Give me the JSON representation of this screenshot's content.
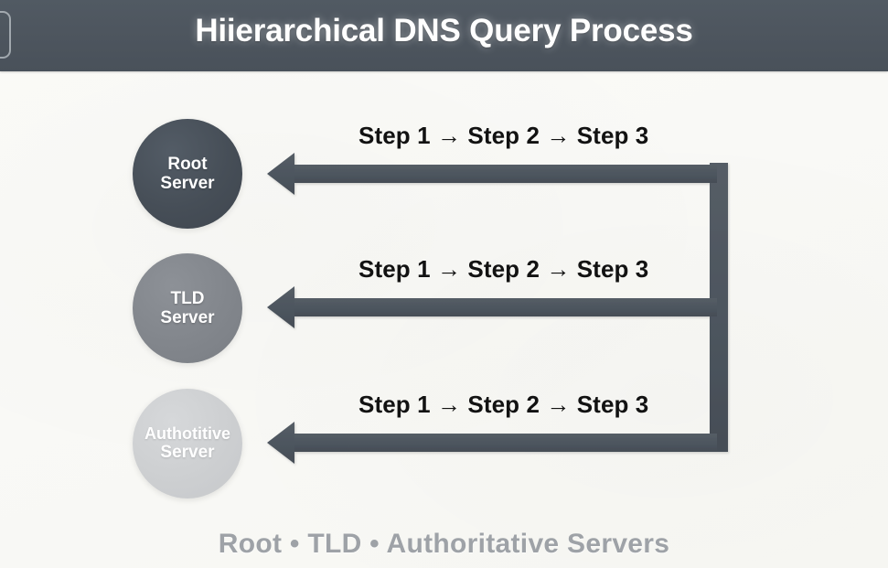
{
  "header": {
    "title": "Hiierarchical DNS Query Process",
    "bar_color": "#4e565f",
    "title_color": "#ffffff"
  },
  "nodes": [
    {
      "id": "root",
      "line1": "Root",
      "line2": "Server",
      "color": "#464e57"
    },
    {
      "id": "tld",
      "line1": "TLD",
      "line2": "Server",
      "color": "#82868c"
    },
    {
      "id": "authoritative",
      "line1": "Authotitive",
      "line2": "Server",
      "color": "#cdcfd1"
    }
  ],
  "steps": [
    {
      "id": "step-row-1",
      "text": "Step 1 → Step 2 → Step 3"
    },
    {
      "id": "step-row-2",
      "text": "Step 1 → Step 2 → Step 3"
    },
    {
      "id": "step-row-3",
      "text": "Step 1 → Step 2 → Step 3"
    }
  ],
  "flow": {
    "arrow_color": "#4d555e",
    "direction": "right-to-left",
    "arrow_count": 3,
    "spine_position": "right"
  },
  "footer": {
    "caption": "Root • TLD • Authoritative Servers",
    "color": "#9ea2a7"
  },
  "background": {
    "color": "#f9f9f6"
  }
}
